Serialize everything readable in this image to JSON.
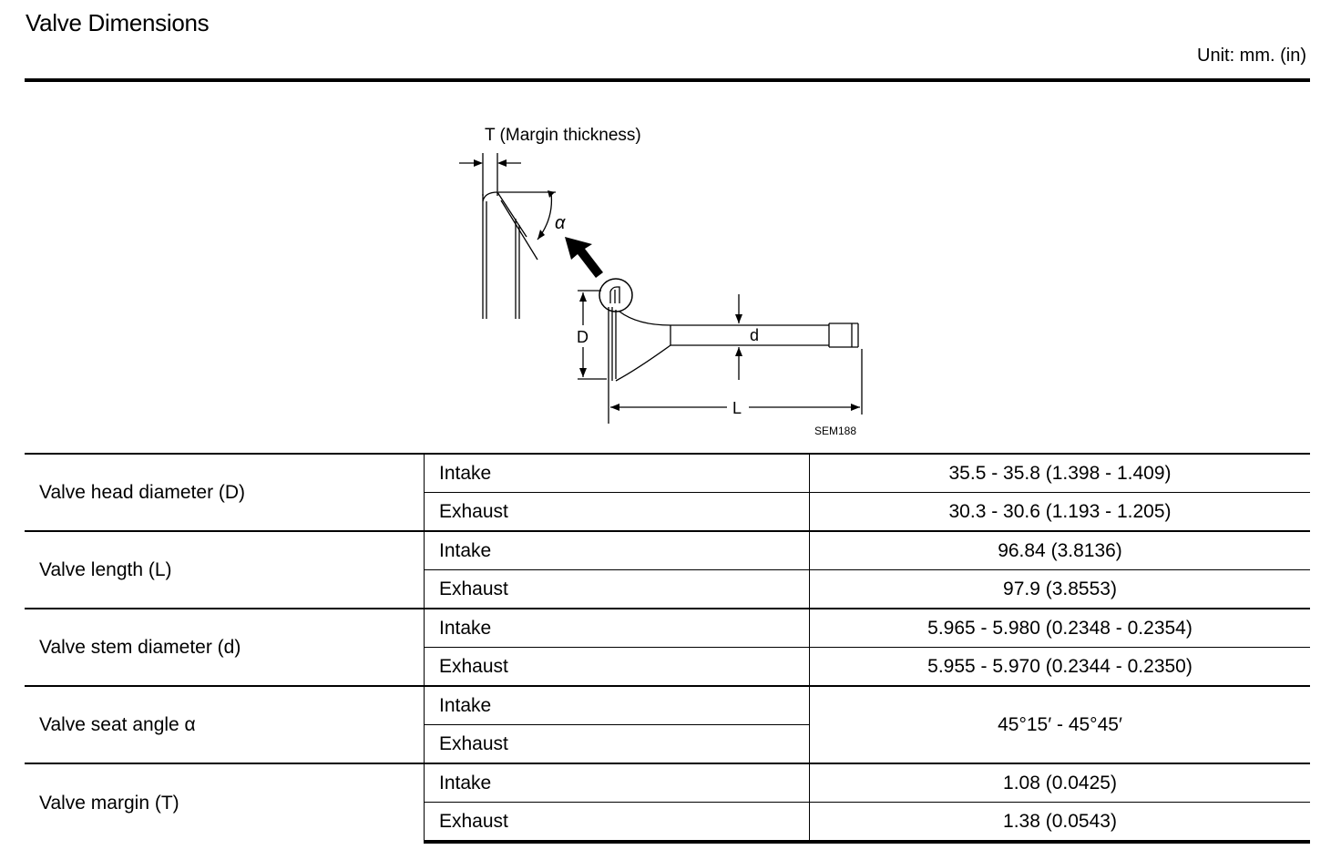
{
  "header": {
    "title": "Valve Dimensions",
    "unit": "Unit: mm. (in)"
  },
  "figure": {
    "margin_label": "T (Margin thickness)",
    "alpha_label": "α",
    "d_small_label": "d",
    "d_big_label": "D",
    "length_label": "L",
    "code": "SEM188"
  },
  "table": {
    "rows": [
      {
        "param": "Valve head diameter (D)",
        "items": [
          {
            "kind": "Intake",
            "value": "35.5 - 35.8 (1.398 - 1.409)"
          },
          {
            "kind": "Exhaust",
            "value": "30.3 - 30.6 (1.193 - 1.205)"
          }
        ]
      },
      {
        "param": "Valve length (L)",
        "items": [
          {
            "kind": "Intake",
            "value": "96.84 (3.8136)"
          },
          {
            "kind": "Exhaust",
            "value": "97.9 (3.8553)"
          }
        ]
      },
      {
        "param": "Valve stem diameter (d)",
        "items": [
          {
            "kind": "Intake",
            "value": "5.965 - 5.980 (0.2348 - 0.2354)"
          },
          {
            "kind": "Exhaust",
            "value": "5.955 - 5.970 (0.2344 - 0.2350)"
          }
        ]
      },
      {
        "param": "Valve seat angle α",
        "items": [
          {
            "kind": "Intake"
          },
          {
            "kind": "Exhaust"
          }
        ],
        "shared_value": "45°15′ - 45°45′"
      },
      {
        "param": "Valve margin (T)",
        "items": [
          {
            "kind": "Intake",
            "value": "1.08 (0.0425)"
          },
          {
            "kind": "Exhaust",
            "value": "1.38 (0.0543)"
          }
        ]
      }
    ]
  }
}
